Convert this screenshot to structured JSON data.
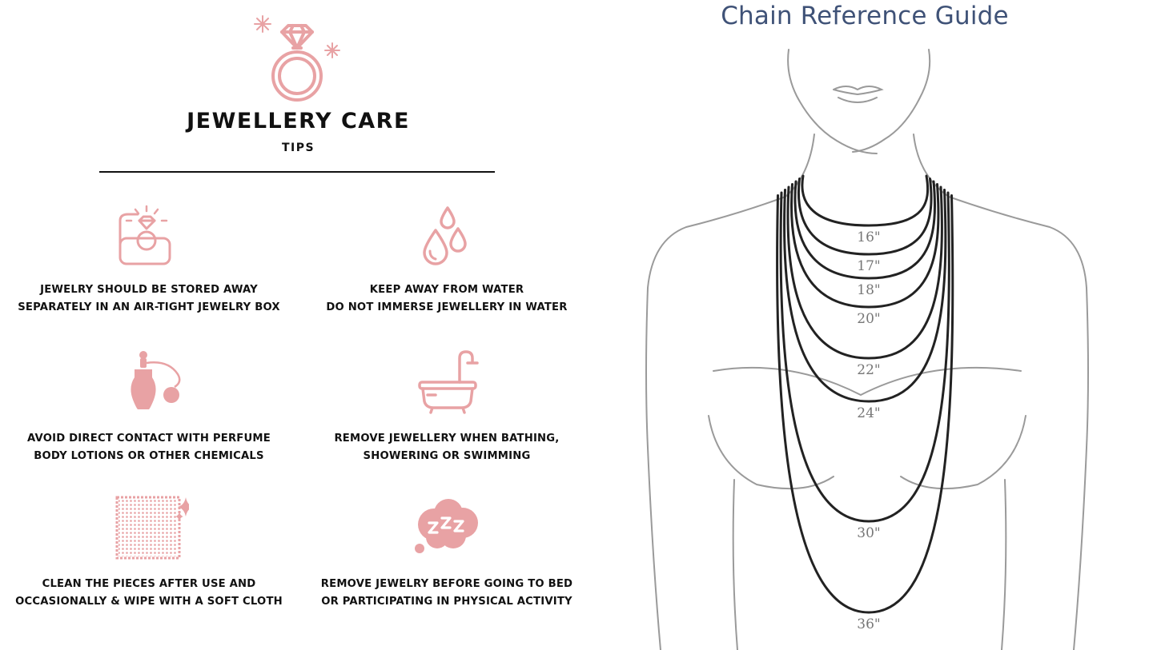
{
  "care_title": "JEWELLERY CARE",
  "care_subtitle": "TIPS",
  "accent_color": "#e8a2a4",
  "tips": [
    {
      "icon": "ring-box-icon",
      "line1": "JEWELRY SHOULD BE STORED AWAY",
      "line2": "SEPARATELY IN AN AIR-TIGHT JEWELRY BOX"
    },
    {
      "icon": "water-drops-icon",
      "line1": "KEEP AWAY FROM WATER",
      "line2": "DO NOT IMMERSE JEWELLERY IN WATER"
    },
    {
      "icon": "perfume-bottle-icon",
      "line1": "AVOID DIRECT CONTACT WITH PERFUME",
      "line2": "BODY LOTIONS OR OTHER CHEMICALS"
    },
    {
      "icon": "bathtub-icon",
      "line1": "REMOVE JEWELLERY WHEN BATHING,",
      "line2": "SHOWERING OR SWIMMING"
    },
    {
      "icon": "cloth-icon",
      "line1": "CLEAN THE PIECES AFTER USE AND",
      "line2": "OCCASIONALLY & WIPE WITH A SOFT CLOTH"
    },
    {
      "icon": "sleep-cloud-icon",
      "line1": "REMOVE JEWELRY BEFORE GOING TO BED",
      "line2": "OR PARTICIPATING IN PHYSICAL ACTIVITY"
    }
  ],
  "guide_title": "Chain Reference Guide",
  "chain_color": "#222222",
  "chains": [
    {
      "label": "16\"",
      "length_in": 16
    },
    {
      "label": "17\"",
      "length_in": 17
    },
    {
      "label": "18\"",
      "length_in": 18
    },
    {
      "label": "20\"",
      "length_in": 20
    },
    {
      "label": "22\"",
      "length_in": 22
    },
    {
      "label": "24\"",
      "length_in": 24
    },
    {
      "label": "30\"",
      "length_in": 30
    },
    {
      "label": "36\"",
      "length_in": 36
    }
  ]
}
